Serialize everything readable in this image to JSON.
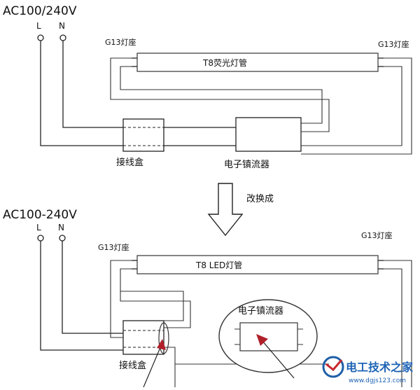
{
  "top": {
    "voltage": "AC100/240V",
    "live": "L",
    "neutral": "N",
    "holder_left": "G13灯座",
    "holder_right": "G13灯座",
    "tube": "T8荧光灯管",
    "junction_box": "接线盒",
    "ballast": "电子镇流器"
  },
  "middle": {
    "arrow_label": "改换成"
  },
  "bottom": {
    "voltage": "AC100-240V",
    "live": "L",
    "neutral": "N",
    "holder_left": "G13灯座",
    "holder_right": "G13灯座",
    "tube": "T8 LED灯管",
    "junction_box": "接线盒",
    "ballast": "电子镇流器"
  },
  "watermark": {
    "text": "电工技术之家",
    "url": "www.dgjs123.com"
  },
  "colors": {
    "line": "#222222",
    "arrow": "#b0202a",
    "watermark": "#1e63b5",
    "logo_blue": "#1e5fa8",
    "logo_red": "#c8282e"
  }
}
